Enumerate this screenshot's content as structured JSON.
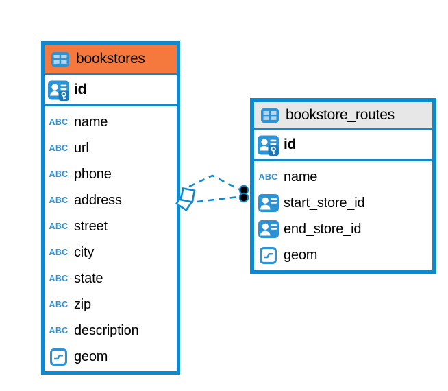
{
  "colors": {
    "accent_blue": "#1288cc",
    "icon_blue": "#2e93d5",
    "key_badge_blue": "#177abc",
    "header_orange": "#f5793d",
    "header_gray": "#e7e7e7",
    "text_black": "#000000",
    "dot_black": "#000000",
    "background": "#ffffff"
  },
  "icon_text": {
    "abc": "ABC"
  },
  "tables": [
    {
      "name": "bookstores",
      "header_style": "orange",
      "primary_key": {
        "label": "id"
      },
      "columns": [
        {
          "label": "name"
        },
        {
          "label": "url"
        },
        {
          "label": "phone"
        },
        {
          "label": "address"
        },
        {
          "label": "street"
        },
        {
          "label": "city"
        },
        {
          "label": "state"
        },
        {
          "label": "zip"
        },
        {
          "label": "description"
        },
        {
          "label": "geom"
        }
      ]
    },
    {
      "name": "bookstore_routes",
      "header_style": "gray",
      "primary_key": {
        "label": "id"
      },
      "columns": [
        {
          "label": "name"
        },
        {
          "label": "start_store_id"
        },
        {
          "label": "end_store_id"
        },
        {
          "label": "geom"
        }
      ]
    }
  ],
  "relationships": [
    {
      "from": "bookstores",
      "to": "bookstore_routes",
      "line_style": "dashed"
    },
    {
      "from": "bookstores",
      "to": "bookstore_routes",
      "line_style": "dashed"
    }
  ]
}
